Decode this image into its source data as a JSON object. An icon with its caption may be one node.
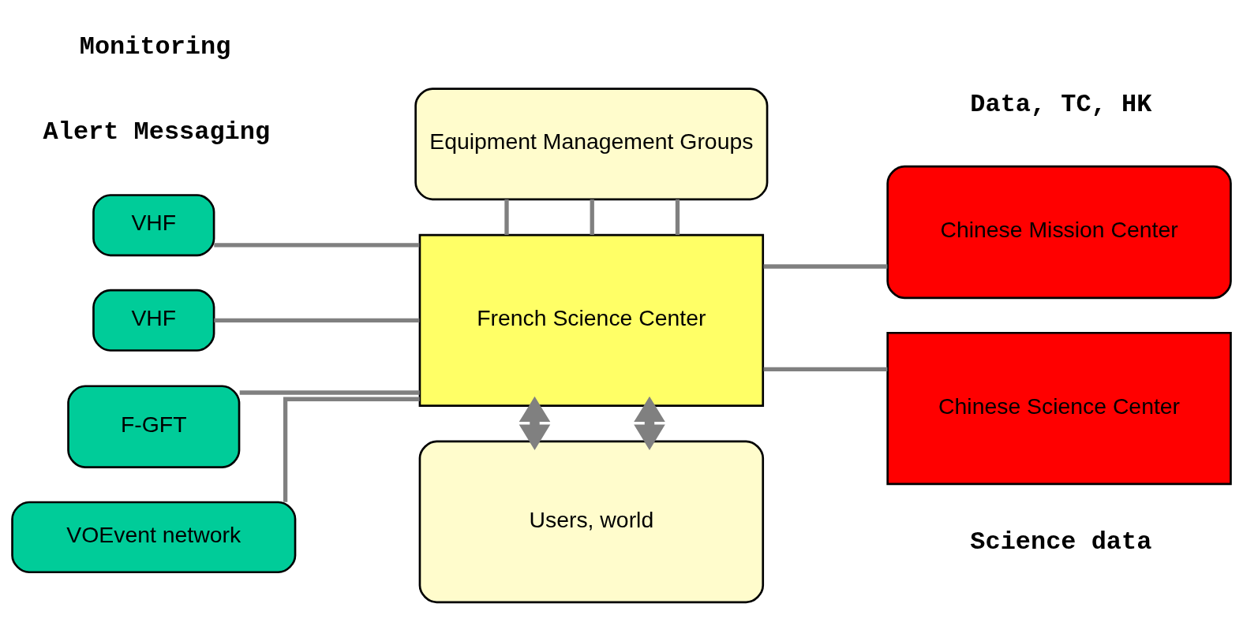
{
  "diagram": {
    "nodes": [
      {
        "text": [
          "Equipment Management Groups"
        ]
      },
      {
        "text": [
          "VHF"
        ]
      },
      {
        "text": [
          "VHF"
        ]
      },
      {
        "text": [
          "F-GFT"
        ]
      },
      {
        "text": [
          "VOEvent network"
        ]
      },
      {
        "text": [
          "French Science Center"
        ]
      },
      {
        "text": [
          "Chinese Mission Center"
        ]
      },
      {
        "text": [
          "Chinese Science Center"
        ]
      },
      {
        "text": [
          "Users, world"
        ]
      }
    ],
    "edges": [
      {
        "from": 1,
        "to": 5,
        "arrow": "none"
      },
      {
        "from": 2,
        "to": 5,
        "arrow": "none"
      },
      {
        "from": 3,
        "to": 5,
        "arrow": "none"
      },
      {
        "from": 4,
        "to": 5,
        "arrow": "none"
      },
      {
        "from": 0,
        "to": 5,
        "arrow": "none"
      },
      {
        "from": 0,
        "to": 5,
        "arrow": "none"
      },
      {
        "from": 0,
        "to": 5,
        "arrow": "none"
      },
      {
        "from": 5,
        "to": 6,
        "arrow": "none"
      },
      {
        "from": 5,
        "to": 7,
        "arrow": "none"
      },
      {
        "from": 5,
        "to": 8,
        "arrow": "both",
        "style": "thick"
      },
      {
        "from": 5,
        "to": 8,
        "arrow": "both",
        "style": "thick"
      }
    ],
    "labels": [
      "Monitoring",
      "Data, TC, HK",
      "Alert Messaging",
      "Science data"
    ]
  }
}
